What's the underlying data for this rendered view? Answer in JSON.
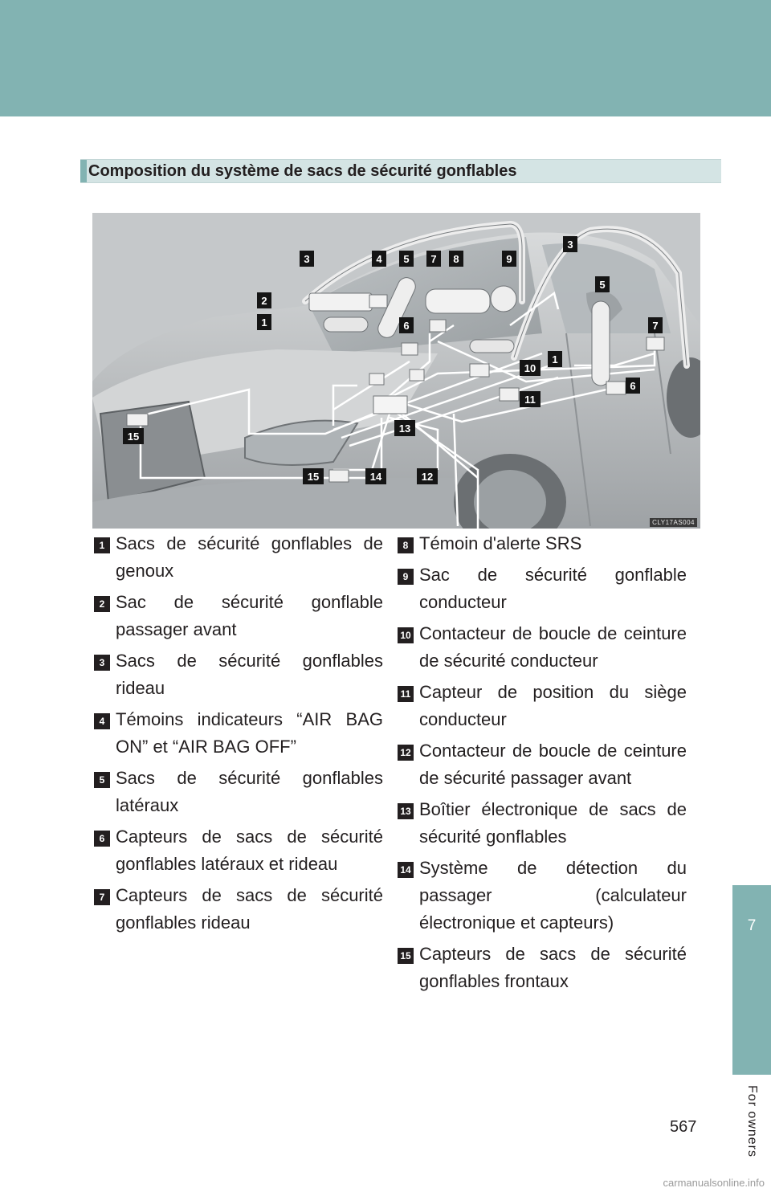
{
  "section": {
    "title": "Composition du système de sacs de sécurité gonflables"
  },
  "figure": {
    "code": "CLY17AS004",
    "labels": [
      "1",
      "2",
      "3",
      "4",
      "5",
      "6",
      "7",
      "8",
      "9",
      "10",
      "11",
      "12",
      "13",
      "14",
      "15"
    ]
  },
  "items": [
    {
      "num": "1",
      "text": "Sacs de sécurité gonflables de genoux"
    },
    {
      "num": "2",
      "text": "Sac de sécurité gonflable passager avant"
    },
    {
      "num": "3",
      "text": "Sacs de sécurité gonflables rideau"
    },
    {
      "num": "4",
      "text": "Témoins indicateurs “AIR BAG ON” et “AIR BAG OFF”"
    },
    {
      "num": "5",
      "text": "Sacs de sécurité gonflables latéraux"
    },
    {
      "num": "6",
      "text": "Capteurs de sacs de sécurité gonflables latéraux et rideau"
    },
    {
      "num": "7",
      "text": "Capteurs de sacs de sécurité gonflables rideau"
    },
    {
      "num": "8",
      "text": "Témoin d'alerte SRS"
    },
    {
      "num": "9",
      "text": "Sac de sécurité gonflable conducteur"
    },
    {
      "num": "10",
      "text": "Contacteur de boucle de ceinture de sécurité conducteur"
    },
    {
      "num": "11",
      "text": "Capteur de position du siège conducteur"
    },
    {
      "num": "12",
      "text": "Contacteur de boucle de ceinture de sécurité passager avant"
    },
    {
      "num": "13",
      "text": "Boîtier électronique de sacs de sécurité gonflables"
    },
    {
      "num": "14",
      "text": "Système de détection du passager (calculateur électronique et capteurs)"
    },
    {
      "num": "15",
      "text": "Capteurs de sacs de sécurité gonflables frontaux"
    }
  ],
  "chapter": {
    "number": "7",
    "label": "For owners"
  },
  "page_number": "567",
  "watermark": "carmanualsonline.info"
}
